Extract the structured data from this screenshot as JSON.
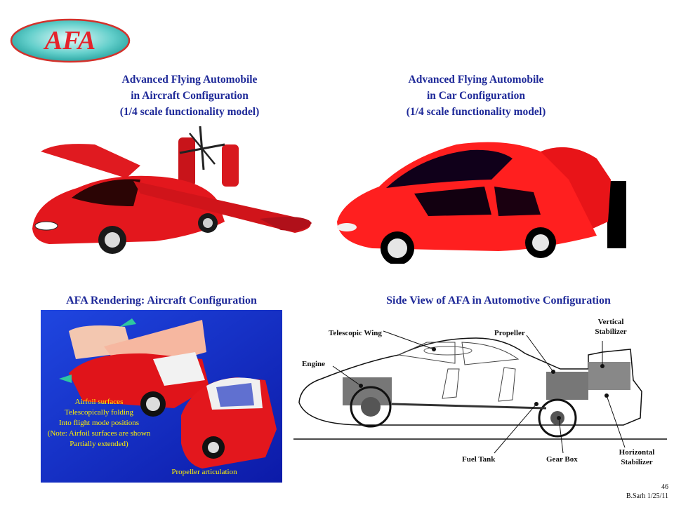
{
  "logo": {
    "text": "AFA"
  },
  "panel_top_left": {
    "caption": [
      "Advanced Flying Automobile",
      "in Aircraft Configuration",
      "(1/4 scale functionality model)"
    ]
  },
  "panel_top_right": {
    "caption": [
      "Advanced Flying Automobile",
      "in Car Configuration",
      "(1/4 scale functionality model)"
    ]
  },
  "panel_bottom_left": {
    "heading": "AFA Rendering:  Aircraft Configuration",
    "notes": [
      "Airfoil surfaces",
      "Telescopically folding",
      "Into flight mode positions",
      "(Note: Airfoil surfaces are shown",
      "Partially extended)"
    ],
    "propeller_note": "Propeller articulation"
  },
  "panel_bottom_right": {
    "heading": "Side View of AFA in Automotive Configuration",
    "labels": {
      "telescopic_wing": "Telescopic  Wing",
      "propeller": "Propeller",
      "vertical_stabilizer": [
        "Vertical",
        "Stabilizer"
      ],
      "engine": "Engine",
      "fuel_tank": "Fuel Tank",
      "gear_box": "Gear Box",
      "horizontal_stabilizer": [
        "Horizontal",
        "Stabilizer"
      ]
    }
  },
  "footer": {
    "page": "46",
    "author_date": "B.Sarh  1/25/11"
  },
  "colors": {
    "heading": "#1f2a99",
    "car_red": "#e8141b",
    "logo_fill": "#2bb3b0",
    "panel_blue": "#1428c8",
    "note_yellow": "#fff200"
  }
}
